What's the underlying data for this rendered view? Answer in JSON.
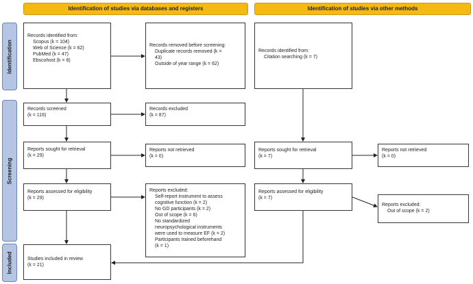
{
  "headers": {
    "left": "Identification of studies via databases and registers",
    "right": "Identification of studies via other methods"
  },
  "phases": {
    "identification": "Identification",
    "screening": "Screening",
    "included": "Included"
  },
  "db": {
    "records_identified": {
      "title": "Records identified from:",
      "items": [
        "Scopus (k = 104)",
        "Web of Science (k = 62)",
        "PubMed (k = 47)",
        "Ebscohost (k = 8)"
      ]
    },
    "records_removed": {
      "title": "Records removed before screening:",
      "items": [
        "Duplicate records removed (k =",
        "43)",
        "Outside of year range (k = 62)"
      ]
    },
    "records_screened": {
      "title": "Records screened",
      "count": "(k = 116)"
    },
    "records_excluded": {
      "title": "Records excluded",
      "count": "(k = 87)"
    },
    "sought": {
      "title": "Reports sought for retrieval",
      "count": "(k = 29)"
    },
    "not_retrieved": {
      "title": "Reports not retrieved",
      "count": "(k = 0)"
    },
    "assessed": {
      "title": "Reports assessed for eligibility",
      "count": "(k = 29)"
    },
    "excluded": {
      "title": "Reports excluded:",
      "items": [
        "Self-report instrument to assess",
        "cognitive function (k = 2)",
        "No GD participants (k = 2)",
        "Out of scope (k = 6)",
        "No standardized",
        "neuropsychological instruments",
        "were used to measure EF (k = 2)",
        "Participants trained beforehand",
        "(k = 1)"
      ]
    },
    "included": {
      "title": "Studies included in review",
      "count": "(k = 21)"
    }
  },
  "other": {
    "identified": {
      "title": "Records identified from:",
      "item": "Citation searching (k = 7)"
    },
    "sought": {
      "title": "Reports sought for retrieval",
      "count": "(k = 7)"
    },
    "not_retrieved": {
      "title": "Reports not retrieved",
      "count": "(k = 0)"
    },
    "assessed": {
      "title": "Reports assessed for eligibility",
      "count": "(k = 7)"
    },
    "excluded": {
      "title": "Reports excluded:",
      "item": "Out of scope (k = 2)"
    }
  },
  "colors": {
    "header": "#f5b914",
    "phase": "#b4c6e4"
  }
}
